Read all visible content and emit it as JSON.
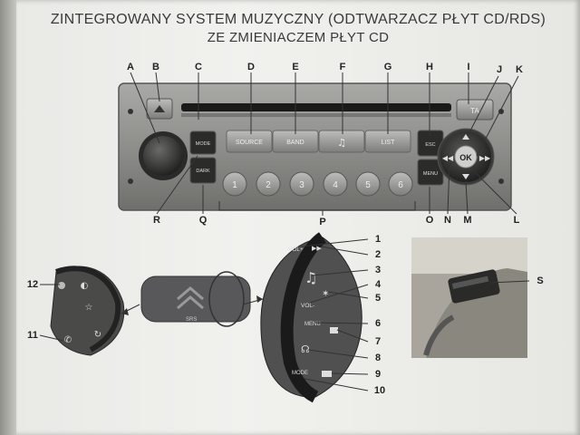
{
  "title": {
    "line1": "ZINTEGROWANY SYSTEM MUZYCZNY (ODTWARZACZ PŁYT CD/RDS)",
    "line2": "ZE ZMIENIACZEM PŁYT CD"
  },
  "radio": {
    "buttons": {
      "mode": "MODE",
      "dark": "DARK",
      "source": "SOURCE",
      "band": "BAND",
      "list": "LIST",
      "esc": "ESC",
      "menu": "MENU",
      "ta": "TA",
      "ok": "OK",
      "presets": [
        "1",
        "2",
        "3",
        "4",
        "5",
        "6"
      ]
    },
    "callouts": {
      "top": [
        "A",
        "B",
        "C",
        "D",
        "E",
        "F",
        "G",
        "H",
        "I",
        "J",
        "K"
      ],
      "bottom": [
        "R",
        "Q",
        "P",
        "O",
        "N",
        "M",
        "L"
      ]
    }
  },
  "steering": {
    "small_labels": [
      "12",
      "11"
    ],
    "main_labels": [
      "1",
      "2",
      "3",
      "4",
      "5",
      "6",
      "7",
      "8",
      "9",
      "10"
    ],
    "buttons": {
      "vol_plus": "VOL+",
      "vol_minus": "VOL-",
      "menu": "MENU",
      "mode": "MODE"
    },
    "badge": "SRS"
  },
  "photo": {
    "label": "S"
  }
}
